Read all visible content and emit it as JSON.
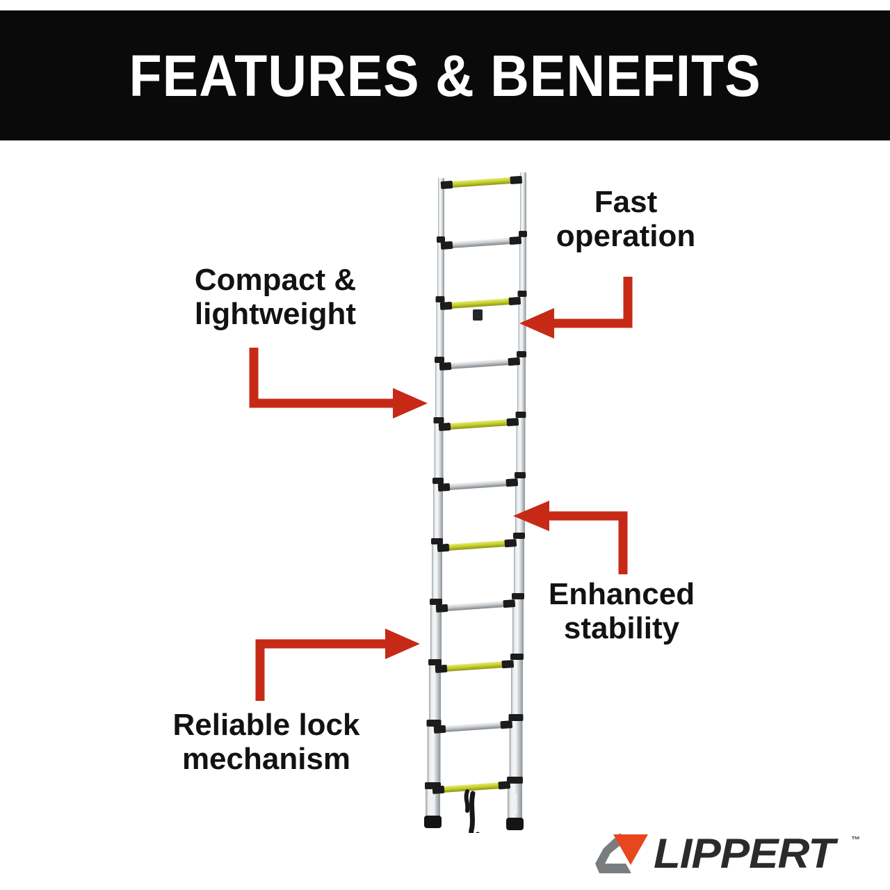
{
  "header": {
    "title": "FEATURES & BENEFITS",
    "background_color": "#0a0a0a",
    "text_color": "#ffffff"
  },
  "theme": {
    "page_background": "#ffffff",
    "arrow_color": "#C62A17",
    "label_color": "#121212",
    "rail_color": "#c9ccce",
    "rung_accent_color": "#c7d02c",
    "rung_dark_color": "#2b2b2b"
  },
  "callouts": [
    {
      "id": "compact-lightweight",
      "label": "Compact &\nlightweight",
      "arrow": "elbow-down-right",
      "points_at": "ladder-rail-left"
    },
    {
      "id": "fast-operation",
      "label": "Fast\noperation",
      "arrow": "elbow-down-left",
      "points_at": "ladder-rail-right-upper"
    },
    {
      "id": "enhanced-stability",
      "label": "Enhanced\nstability",
      "arrow": "elbow-up-left",
      "points_at": "ladder-rail-right-lower"
    },
    {
      "id": "reliable-lock-mechanism",
      "label": "Reliable lock\nmechanism",
      "arrow": "elbow-up-right",
      "points_at": "ladder-lock-section"
    }
  ],
  "product": {
    "name": "telescoping-ladder",
    "description": "Aluminum telescoping extension ladder, extended, leaning slightly right",
    "rung_count": 11,
    "accent_rungs": [
      1,
      3,
      5,
      7,
      9,
      11
    ],
    "foot_color": "#141414"
  },
  "brand": {
    "name": "LIPPERT",
    "trademark": "™",
    "mark_gray": "#7a7d80",
    "mark_orange": "#E8461E",
    "wordmark_color": "#2b2b2b"
  }
}
